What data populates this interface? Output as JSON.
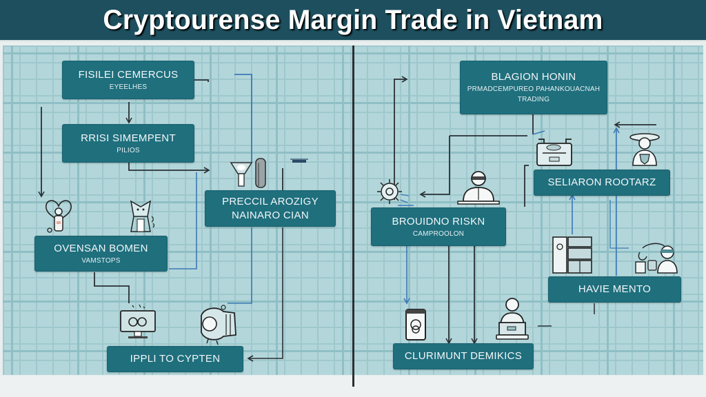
{
  "title": "Cryptourense Margin Trade in Vietnam",
  "colors": {
    "title_bar": "#1d4f5e",
    "box_fill": "#1f6f7d",
    "background": "#b3d6da",
    "connector_dark": "#2a2f33",
    "connector_blue": "#3b78b5"
  },
  "left_panel": {
    "boxes": [
      {
        "main": "FISILEI CEMERCUS",
        "sub": "EYEELHES"
      },
      {
        "main": "RRISI SIMEMPENT",
        "sub": "PILIOS"
      },
      {
        "main": "PRECCIL AROZIGY",
        "sub": "NAINARO CIAN"
      },
      {
        "main": "OVENSAN BOMEN",
        "sub": "VAMSTOPS"
      },
      {
        "main": "IPPLI TO CYPTEN",
        "sub": ""
      }
    ],
    "icons": [
      "heart-person-icon",
      "thinking-person-icon",
      "funnel-icon",
      "cylinder-icon",
      "drone-icon",
      "monitor-icon",
      "safe-icon"
    ]
  },
  "right_panel": {
    "boxes": [
      {
        "main": "BLAGION HONIN",
        "sub": "PRMADCEMPUREO PAHANKOUACNAH",
        "sub2": "TRADING"
      },
      {
        "main": "SELIARON ROOTARZ",
        "sub": ""
      },
      {
        "main": "BROUIDNO RISKN",
        "sub": "CAMPROOLON"
      },
      {
        "main": "HAVIE MENTO",
        "sub": ""
      },
      {
        "main": "CLURIMUNT DEMIKICS",
        "sub": ""
      }
    ],
    "icons": [
      "gear-icon",
      "trader-icon",
      "cash-register-icon",
      "hat-person-icon",
      "server-rack-icon",
      "office-worker-icon",
      "phone-icon",
      "laptop-worker-icon"
    ]
  }
}
